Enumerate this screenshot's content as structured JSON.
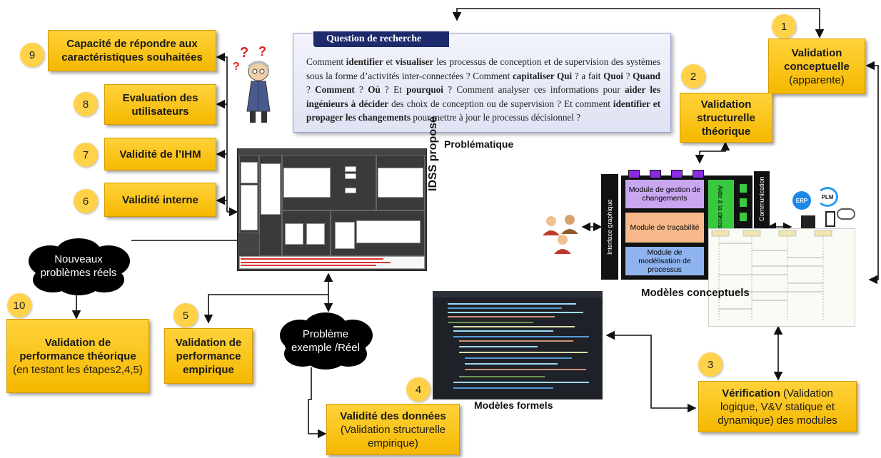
{
  "question": {
    "title": "Question de recherche",
    "text_html": "Comment <b>identifier</b> et <b>visualiser</b> les processus de conception et de supervision des systèmes sous la forme d’activités inter-connectées ? Comment <b>capitaliser Qui</b> ? a fait <b>Quoi</b> ? <b>Quand</b> ? <b>Comment</b> ? <b>Où</b> ? Et <b>pourquoi</b> ? Comment analyser ces informations pour <b>aider les ingénieurs à décider</b> des choix de conception ou de supervision ? Et comment <b>identifier et propager les changements</b> pour mettre à jour le processus décisionnel ?"
  },
  "labels": {
    "problematique": "Problématique",
    "idss": "IDSS proposé",
    "modeles_conceptuels": "Modèles conceptuels",
    "modeles_formels": "Modèles formels"
  },
  "steps": {
    "s1": {
      "num": "1",
      "bold": "Validation conceptuelle",
      "normal": "(apparente)"
    },
    "s2": {
      "num": "2",
      "bold": "Validation structurelle théorique",
      "normal": ""
    },
    "s3": {
      "num": "3",
      "bold": "Vérification",
      "normal": " (Validation logique, V&V statique et dynamique) des modules"
    },
    "s4": {
      "num": "4",
      "bold": "Validité des données",
      "normal": "(Validation structurelle empirique)"
    },
    "s5": {
      "num": "5",
      "bold": "Validation de performance empirique",
      "normal": ""
    },
    "s6": {
      "num": "6",
      "bold": "Validité interne",
      "normal": ""
    },
    "s7": {
      "num": "7",
      "bold": "Validité de l’IHM",
      "normal": ""
    },
    "s8": {
      "num": "8",
      "bold": "Evaluation des utilisateurs",
      "normal": ""
    },
    "s9": {
      "num": "9",
      "bold": "Capacité de répondre aux caractéristiques souhaitées",
      "normal": ""
    },
    "s10": {
      "num": "10",
      "bold": "Validation de performance théorique",
      "normal": "(en testant les étapes2,4,5)"
    }
  },
  "clouds": {
    "nouveaux": "Nouveaux problèmes réels",
    "probleme": "Problème exemple /Réel"
  },
  "modules": {
    "gestion": "Module de gestion de changements",
    "tracabilite": "Module de traçabilité",
    "modelisation": "Module de modélisation de processus",
    "aide": "Aide à la décision",
    "interface": "Interface graphique",
    "communication": "Communication",
    "erp": "ERP",
    "plm": "PLM"
  },
  "colors": {
    "box": "#f5b800",
    "badge": "#ffd24a",
    "question_title_bg": "#1d2a6b",
    "module_purple": "#c9a6f0",
    "module_orange": "#f8b98a",
    "module_blue": "#8fb3ee",
    "module_green": "#39c93f"
  }
}
